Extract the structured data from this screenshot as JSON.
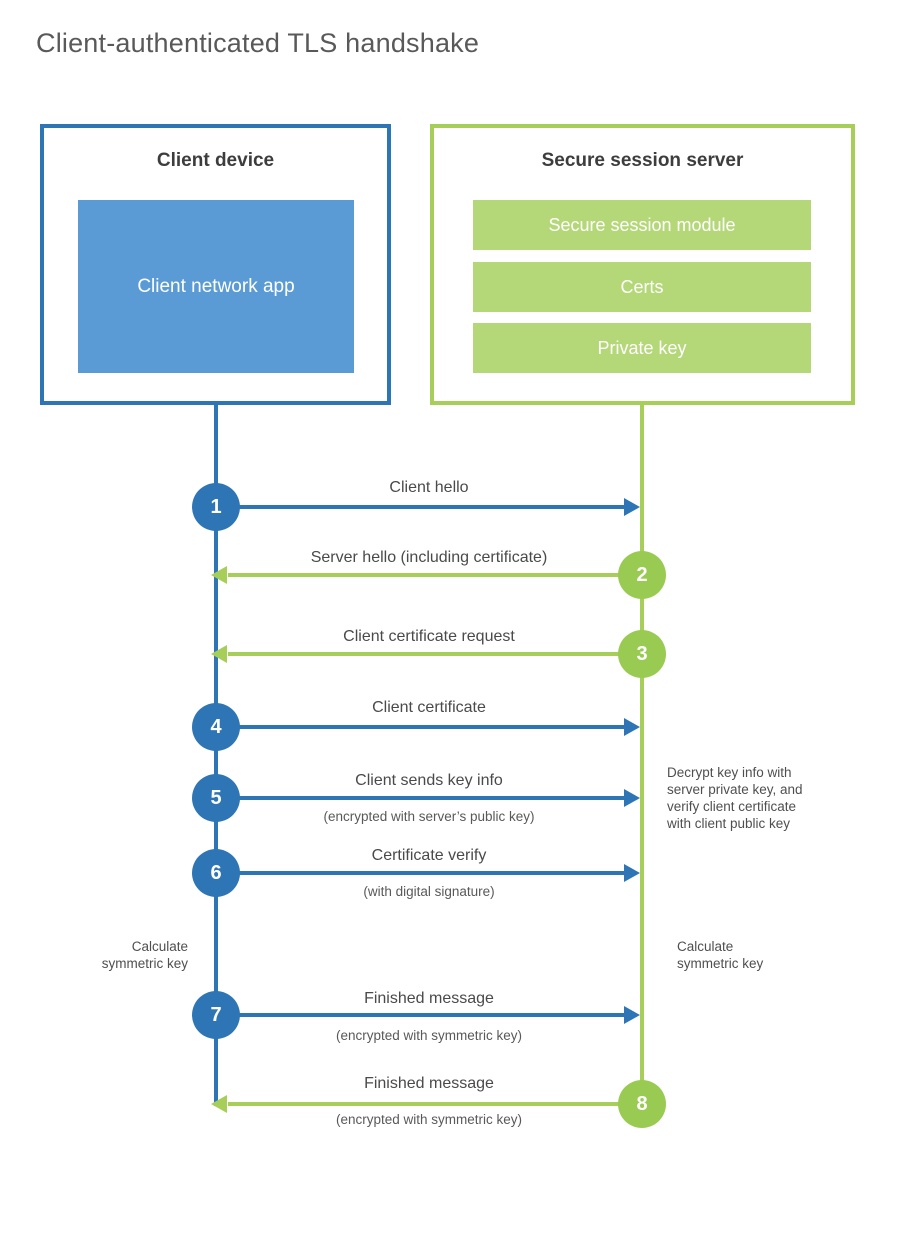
{
  "page_title": "Client-authenticated TLS handshake",
  "client": {
    "title": "Client device",
    "app_label": "Client network app"
  },
  "server": {
    "title": "Secure session server",
    "items": [
      "Secure session module",
      "Certs",
      "Private key"
    ]
  },
  "steps": [
    {
      "num": "1",
      "label": "Client hello",
      "direction": "client-to-server"
    },
    {
      "num": "2",
      "label": "Server hello (including certificate)",
      "direction": "server-to-client"
    },
    {
      "num": "3",
      "label": "Client certificate request",
      "direction": "server-to-client"
    },
    {
      "num": "4",
      "label": "Client certificate",
      "direction": "client-to-server"
    },
    {
      "num": "5",
      "label": "Client sends key info",
      "sub": "(encrypted with server’s public key)",
      "direction": "client-to-server"
    },
    {
      "num": "6",
      "label": "Certificate verify",
      "sub": "(with digital signature)",
      "direction": "client-to-server"
    },
    {
      "num": "7",
      "label": "Finished message",
      "sub": "(encrypted with symmetric key)",
      "direction": "client-to-server"
    },
    {
      "num": "8",
      "label": "Finished message",
      "sub": "(encrypted with symmetric key)",
      "direction": "server-to-client"
    }
  ],
  "notes": {
    "decrypt": "Decrypt key info with\nserver private key, and\nverify client certificate\nwith client public key",
    "calc_left": "Calculate\nsymmetric key",
    "calc_right": "Calculate\nsymmetric key"
  },
  "colors": {
    "blue": "#2e75b6",
    "blue_fill": "#5b9bd5",
    "green": "#a6ce58",
    "green_fill": "#b4d778",
    "green_circle": "#99cb52",
    "title_text": "#595959",
    "label_text": "#4a4a4a"
  }
}
